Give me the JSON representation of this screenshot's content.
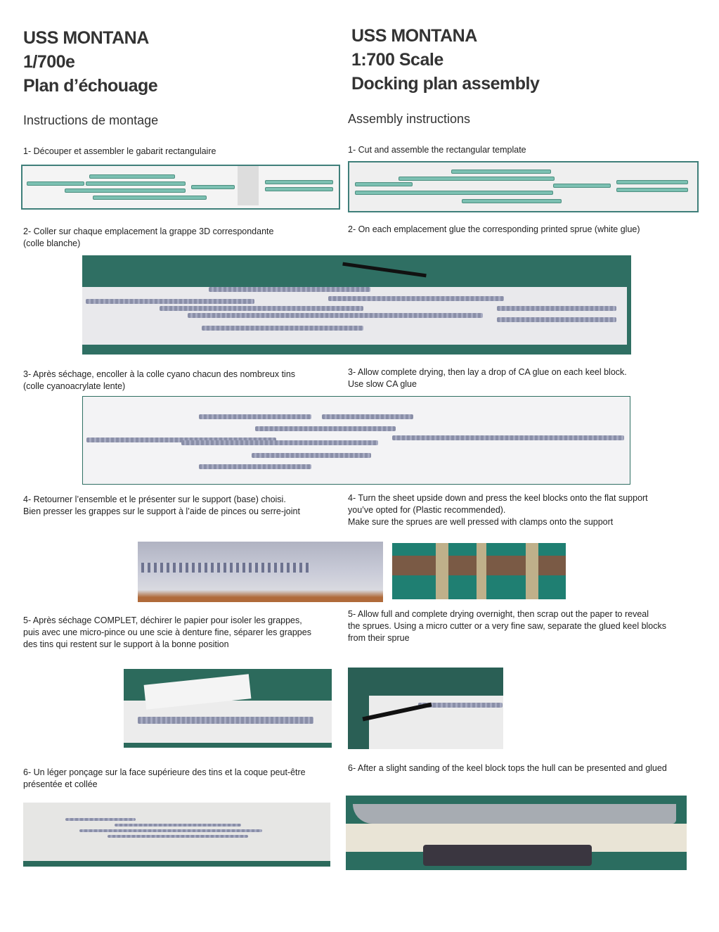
{
  "left": {
    "title": [
      "USS MONTANA",
      "1/700e",
      "Plan d’échouage"
    ],
    "subtitle": "Instructions de montage",
    "steps": [
      [
        "1- Découper et assembler le gabarit rectangulaire"
      ],
      [
        "2- Coller sur chaque emplacement la grappe 3D correspondante",
        "(colle blanche)"
      ],
      [
        "3- Après séchage, encoller à la colle cyano chacun des nombreux tins",
        "(colle cyanoacrylate lente)"
      ],
      [
        "4- Retourner l’ensemble et le présenter sur le support (base) choisi.",
        "Bien presser les grappes sur le support à l’aide de pinces ou serre-joint"
      ],
      [
        "5- Après séchage COMPLET, déchirer le papier pour isoler les grappes,",
        "puis avec une micro-pince ou une scie à denture fine, séparer les grappes",
        "des tins qui restent sur le support à la bonne position"
      ],
      [
        "6- Un léger ponçage sur la face supérieure des tins et la coque peut-être",
        "présentée et collée"
      ]
    ]
  },
  "right": {
    "title": [
      "USS MONTANA",
      "1:700 Scale",
      "Docking plan assembly"
    ],
    "subtitle": "Assembly instructions",
    "steps": [
      [
        "1- Cut and assemble the rectangular template"
      ],
      [
        "2- On each emplacement glue the corresponding printed sprue (white glue)"
      ],
      [
        "3- Allow complete drying, then lay a drop of CA glue on each keel block.",
        "Use slow CA glue"
      ],
      [
        "4- Turn the sheet upside down and press the keel blocks onto the flat support",
        "you’ve opted for (Plastic recommended).",
        "Make sure the sprues are well pressed with clamps onto the support"
      ],
      [
        "5- Allow full and complete drying overnight, then scrap out the paper to reveal",
        "the sprues. Using a micro cutter or a very fine saw, separate the glued keel blocks",
        "from their sprue"
      ],
      [
        "6- After a slight sanding of the keel block tops the hull can be presented and glued"
      ]
    ]
  }
}
